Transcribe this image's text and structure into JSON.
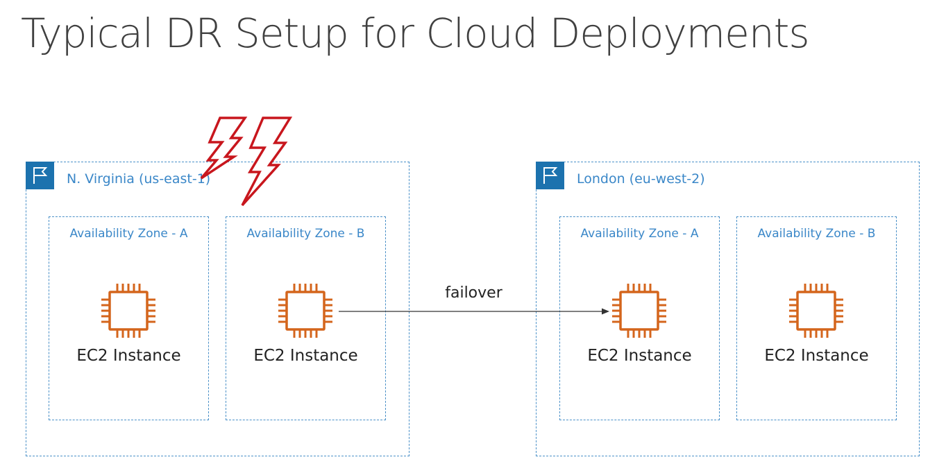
{
  "title": "Typical DR Setup for Cloud Deployments",
  "regions": [
    {
      "label": "N. Virginia (us-east-1)",
      "icon": "region-flag-icon",
      "zones": [
        {
          "label": "Availability Zone - A",
          "instance": {
            "label": "EC2 Instance",
            "icon": "ec2-chip-icon"
          }
        },
        {
          "label": "Availability Zone - B",
          "instance": {
            "label": "EC2 Instance",
            "icon": "ec2-chip-icon"
          }
        }
      ]
    },
    {
      "label": "London (eu-west-2)",
      "icon": "region-flag-icon",
      "zones": [
        {
          "label": "Availability Zone - A",
          "instance": {
            "label": "EC2 Instance",
            "icon": "ec2-chip-icon"
          }
        },
        {
          "label": "Availability Zone - B",
          "instance": {
            "label": "EC2 Instance",
            "icon": "ec2-chip-icon"
          }
        }
      ]
    }
  ],
  "failover": {
    "label": "failover"
  },
  "colors": {
    "title": "#404040",
    "region_border": "#4a90c8",
    "region_flag": "#1c72ae",
    "label_blue": "#3a87c8",
    "ec2_orange": "#d4651c",
    "lightning": "#cc1111",
    "arrow": "#333333"
  }
}
